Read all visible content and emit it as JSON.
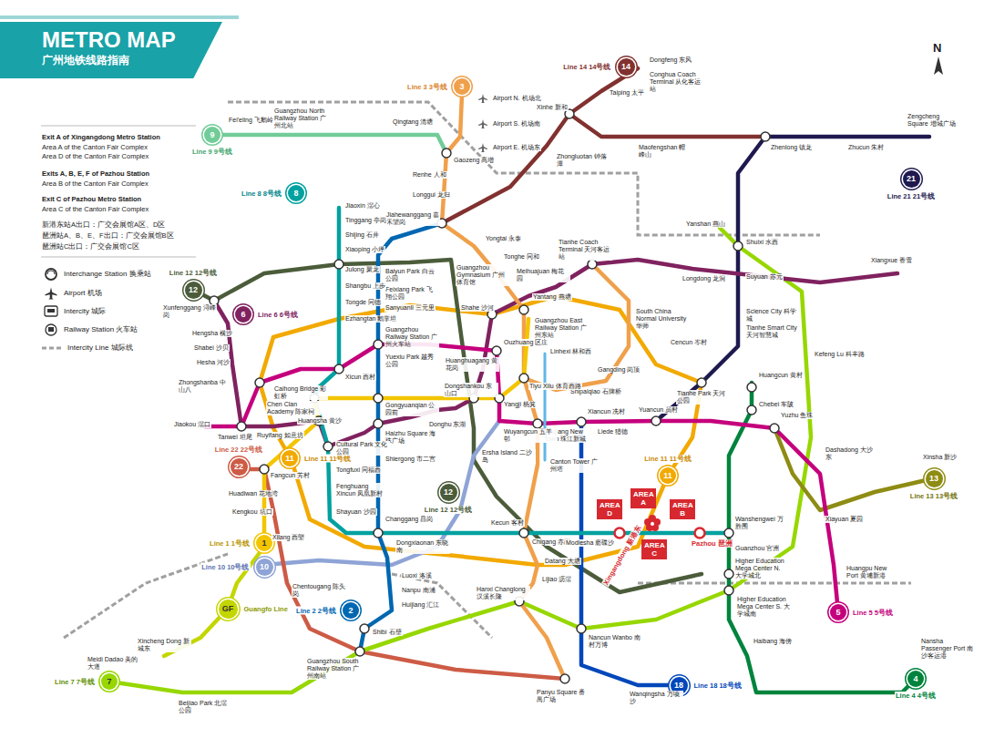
{
  "diagram": {
    "title": "METRO MAP",
    "nodes": [
      {
        "text": [
          "METRO MAP",
          "广州地铁线路指南"
        ]
      },
      {
        "text": [
          "3",
          "Line 3 3号线"
        ]
      },
      {
        "text": [
          "14",
          "Line 14 14号线"
        ]
      },
      {
        "text": [
          "9",
          "Line 9 9号线"
        ]
      },
      {
        "text": [
          "8",
          "Line 8 8号线"
        ]
      },
      {
        "text": [
          "12",
          "Line 12 12号线"
        ]
      },
      {
        "text": [
          "6",
          "Line 6 6号线"
        ]
      },
      {
        "text": [
          "21",
          "Line 21 21号线"
        ]
      },
      {
        "text": [
          "11",
          "Line 11 11号线"
        ]
      },
      {
        "text": [
          "22",
          "Line 22 22号线"
        ]
      },
      {
        "text": [
          "11",
          "Line 11 11号线"
        ]
      },
      {
        "text": [
          "12",
          "Line 12 12号线"
        ]
      },
      {
        "text": [
          "13",
          "Line 13 13号线"
        ]
      },
      {
        "text": [
          "1",
          "Line 1 1号线"
        ]
      },
      {
        "text": [
          "10",
          "Line 10 10号线"
        ]
      },
      {
        "text": [
          "2",
          "Line 2 2号线"
        ]
      },
      {
        "text": [
          "5",
          "Line 5 5号线"
        ]
      },
      {
        "text": [
          "GF",
          "Guangfo Line"
        ]
      },
      {
        "text": [
          "7",
          "Line 7 7号线"
        ]
      },
      {
        "text": [
          "18",
          "Line 18 18号线"
        ]
      },
      {
        "text": [
          "4",
          "Line 4 4号线"
        ]
      },
      {
        "text": [
          "AREA D"
        ]
      },
      {
        "text": [
          "AREA A"
        ]
      },
      {
        "text": [
          "AREA B"
        ]
      },
      {
        "text": [
          "AREA C"
        ]
      }
    ],
    "labels": [
      "Exit A of Xingangdong Metro Station",
      "Area A of the Canton Fair Complex",
      "Area D of the Canton Fair Complex",
      "Exits A, B, E, F of Pazhou Station",
      "Area B of the Canton Fair Complex",
      "Exit C of Pazhou Metro Station",
      "Area C of the Canton Fair Complex",
      "新港东站A出口：广交会展馆A区、D区",
      "琶洲站A、B、E、F出口：广交会展馆B区",
      "琶洲站C出口：广交会展馆C区",
      "N",
      "Airport N. 机场北",
      "Airport S. 机场南",
      "Airport E. 机场东",
      "Gaozeng 高增",
      "Renhe 人和",
      "Longgui 龙归",
      "Jiahewanggang 嘉禾望岗",
      "Yongtai 永泰",
      "Tonghe 同和",
      "Meihuajuan 梅花园",
      "Yantang 燕塘",
      "Dongfeng 东风",
      "Conghua Coach Terminal 从化客运站",
      "Taiping 太平",
      "Xinhe 新和",
      "Zhongluotan 钟落潭",
      "Zhenlong 镇龙",
      "Zhucun 朱村",
      "Zengcheng Square 增城广场",
      "Maofengshan 帽峰山",
      "Yanshan 燕山",
      "Shuixi 水西",
      "Suyuan 苏元",
      "Science City 科学城",
      "Tianhe Smart City 天河智慧城",
      "Huangcun 黄村",
      "Chebei 车陂",
      "Xiangxue 香雪",
      "Longdong 龙洞",
      "Tianhe Coach Terminal 天河客运站",
      "South China Normal University 华师",
      "Gangding 岗顶",
      "Shipaiqiao 石牌桥",
      "Linhexi 林和西",
      "Guangzhou East Railway Station 广州东站",
      "Tiyu Xilu 体育西路",
      "Zhujiang New Town 珠江新城",
      "Canton Tower 广州塔",
      "Xiancun 冼村",
      "Liede 猎德",
      "Yuancun 员村",
      "Tianhe Park 天河公园",
      "Cencun 岑村",
      "Ouzhuang 区庄",
      "Shahe 沙河",
      "Huanghuagang 黄花岗",
      "Dongshankou 东山口",
      "Yangji 杨箕",
      "Wuyangcun 五羊邨",
      "Donghu 东湖",
      "Ersha Island 二沙岛",
      "Guangzhou Gymnasium 广州体育馆",
      "Baiyun Park 白云公园",
      "Feixiang Park 飞翔公园",
      "Sanyuanli 三元里",
      "Guangzhou Railway Station 广州火车站",
      "Yuexiu Park 越秀公园",
      "Gongyuanqian 公园前",
      "Haizhu Square 海珠广场",
      "Shiergong 市二宫",
      "Changgang 昌岗",
      "Dongxiaonan 东晓南",
      "Luoxi 洛溪",
      "Nanpu 南浦",
      "Huijiang 汇江",
      "Shibi 石壁",
      "Guangzhou South Railway Station 广州南站",
      "Jiaoxin 滘心",
      "Tinggang 亭岗",
      "Shijing 石井",
      "Xiaoping 小坪",
      "Julong 聚龙",
      "Shangbu 上步",
      "Tongde 同德",
      "Ezhangtan 鹅掌坦",
      "Xicun 西村",
      "Caihong Bridge 彩虹桥",
      "Chen Clan Academy 陈家祠",
      "Huangsha 黄沙",
      "Cultural Park 文化公园",
      "Tongfuxi 同福西",
      "Fenghuang Xincun 凤凰新村",
      "Shayuan 沙园",
      "Ruyifang 如意坊",
      "Tanwei 坦尾",
      "Jiaokou 滘口",
      "Zhongshanba 中山八",
      "Hesha 河沙",
      "Shabei 沙贝",
      "Hengsha 横沙",
      "Xunfenggang 浔峰岗",
      "Fangcun 芳村",
      "Huadiwan 花地湾",
      "Kengkou 坑口",
      "Xilang 西塱",
      "Chentougang 陈头岗",
      "Panyu Square 番禺广场",
      "Wanqingsha 万顷沙",
      "Nancun Wanbo 南村万博",
      "Hanxi Changlong 汉溪长隆",
      "Datang 大塘",
      "Lijiao 沥滘",
      "Kecun 客村",
      "Chigang 赤岗",
      "Modiesha 磨碟沙",
      "Xingangdong 新港东",
      "Pazhou 琶洲",
      "Wanshengwei 万胜围",
      "Guanzhou 官洲",
      "Higher Education Mega Center N. 大学城北",
      "Higher Education Mega Center S. 大学城南",
      "Haibang 海傍",
      "Yuzhu 鱼珠",
      "Xiayuan 夏园",
      "Xinsha 新沙",
      "Huangpu New Port 黄埔新港",
      "Nansha Passenger Port 南沙客运港",
      "Kefeng Lu 科丰路",
      "Fei'eling 飞鹅岭",
      "Guangzhou North Railway Station 广州北站",
      "Qingtang 清塘",
      "Meidi Dadao 美的大道",
      "Beijiao Park 北滘公园",
      "Xincheng Dong 新城东",
      "Dashadong 大沙东"
    ],
    "legend": [
      {
        "text": "Interchange Station 换乘站"
      },
      {
        "text": "Airport 机场"
      },
      {
        "text": "Intercity 城际"
      },
      {
        "text": "Railway Station 火车站"
      },
      {
        "text": "Intercity Line 城际线"
      }
    ]
  }
}
